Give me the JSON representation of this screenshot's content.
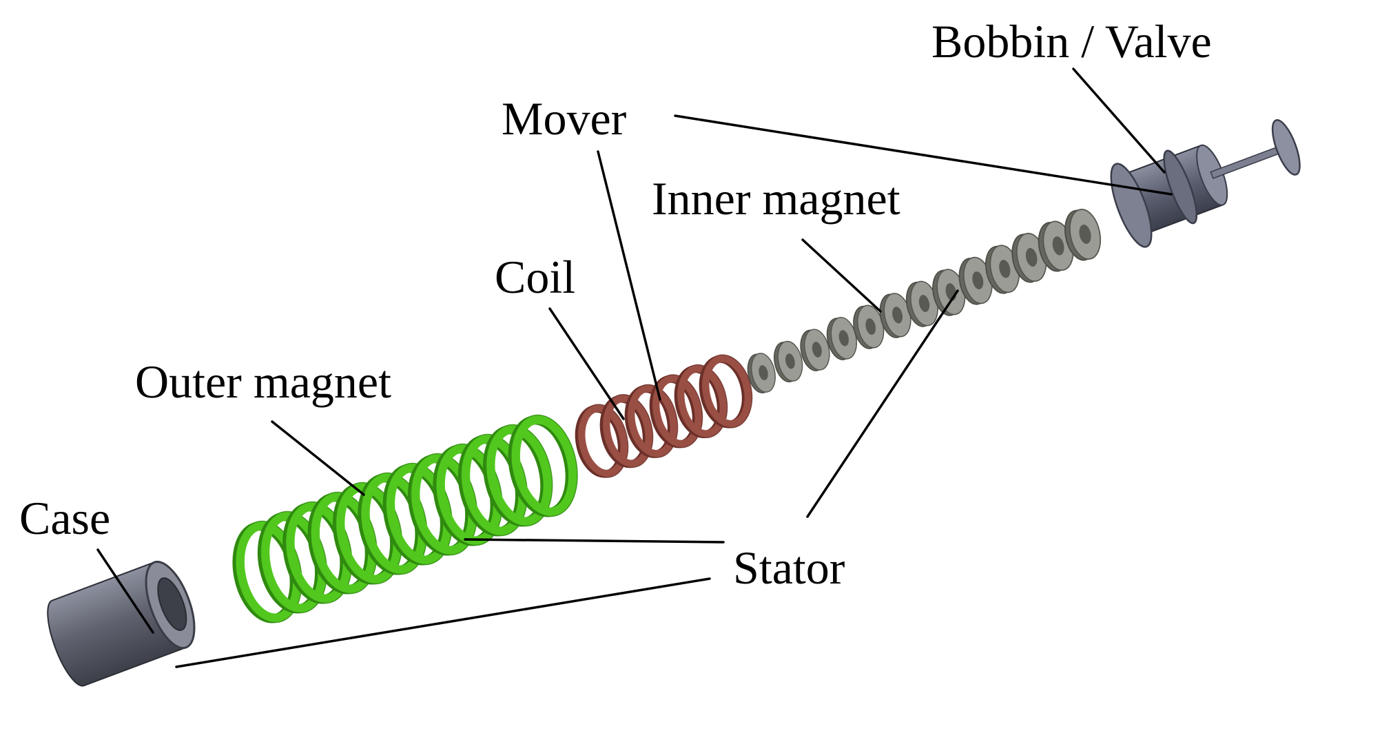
{
  "labels": {
    "bobbin_valve": "Bobbin / Valve",
    "mover": "Mover",
    "inner_magnet": "Inner magnet",
    "coil": "Coil",
    "outer_magnet": "Outer magnet",
    "case": "Case",
    "stator": "Stator"
  },
  "colors": {
    "case_body": "#5f6270",
    "case_face": "#8a8d99",
    "outer_magnet": "#52c81f",
    "outer_magnet_dark": "#2f8a0f",
    "coil": "#9a4f45",
    "coil_dark": "#6a2f28",
    "inner_magnet": "#9c9c96",
    "inner_magnet_dark": "#66665f",
    "bobbin": "#5d6172",
    "leader_line": "#000000"
  },
  "counts": {
    "outer_magnet_rings": 12,
    "coil_rings": 6,
    "inner_magnet_discs": 13
  }
}
